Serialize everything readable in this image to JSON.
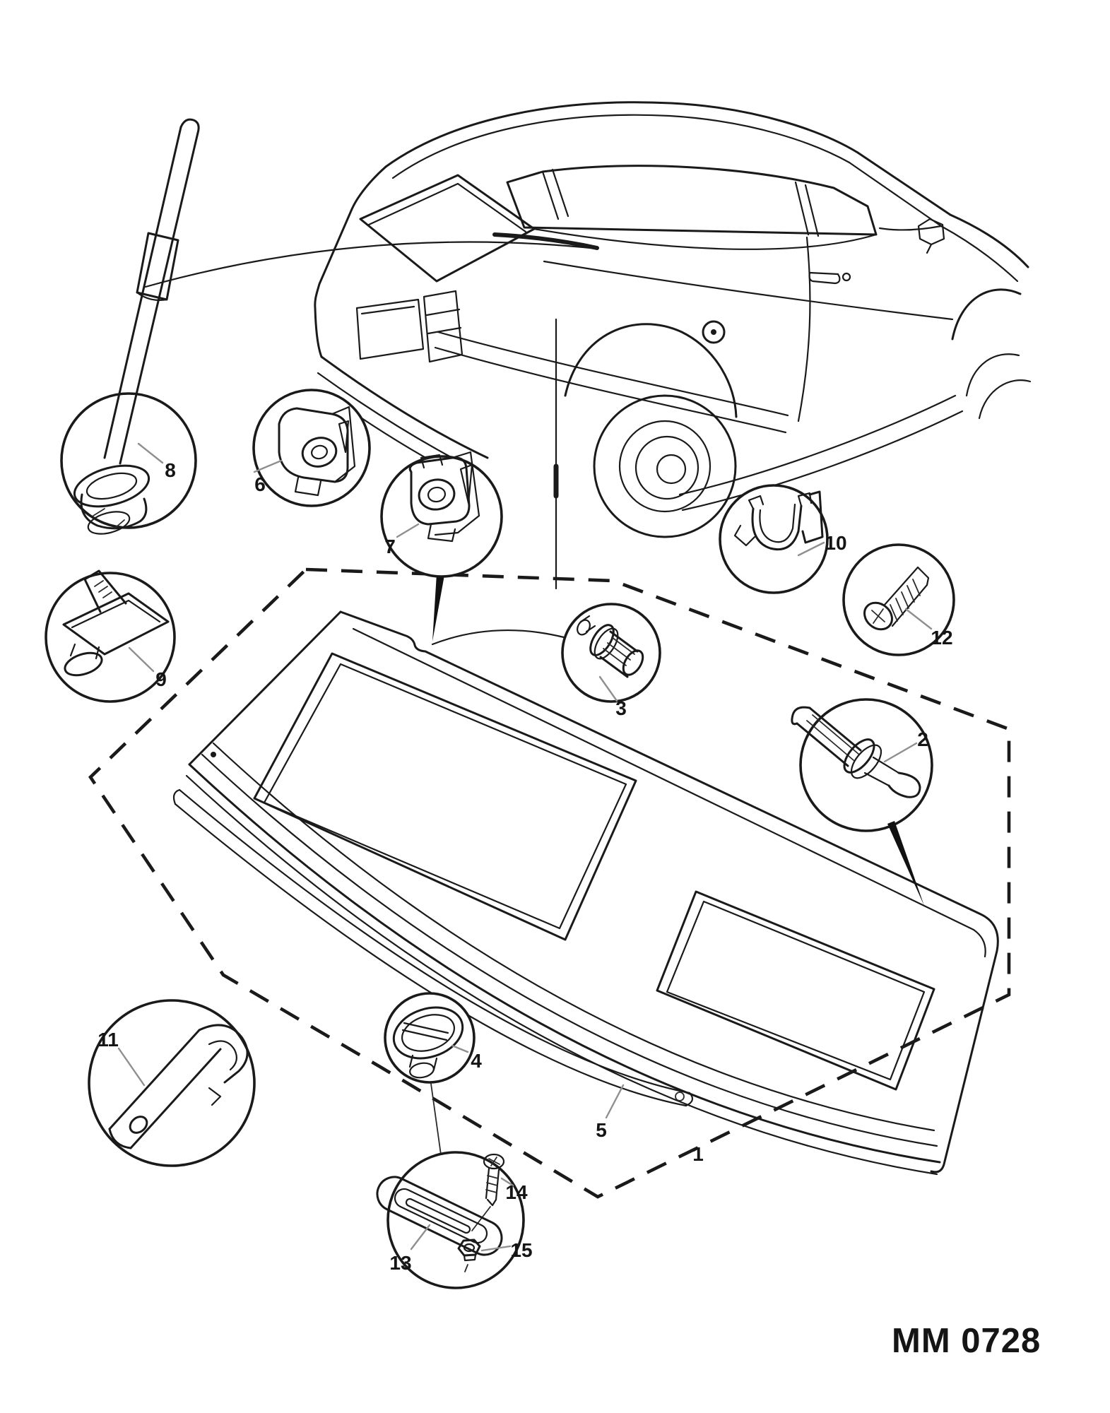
{
  "diagram": {
    "reference_code": "MM 0728",
    "callouts": [
      {
        "number": "1"
      },
      {
        "number": "2"
      },
      {
        "number": "3"
      },
      {
        "number": "4"
      },
      {
        "number": "5"
      },
      {
        "number": "6"
      },
      {
        "number": "7"
      },
      {
        "number": "8"
      },
      {
        "number": "9"
      },
      {
        "number": "10"
      },
      {
        "number": "11"
      },
      {
        "number": "12"
      },
      {
        "number": "13"
      },
      {
        "number": "14"
      },
      {
        "number": "15"
      }
    ]
  }
}
